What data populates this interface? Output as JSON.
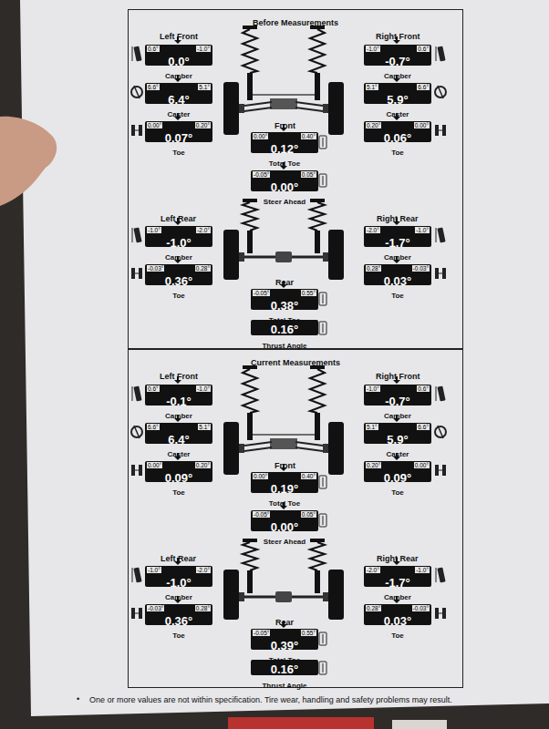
{
  "diagram": {
    "nodes": [
      {
        "text": [
          "Before Measurements"
        ]
      },
      {
        "text": [
          "0.6°",
          "-1.0°",
          "0.0°",
          "Camber"
        ],
        "in": 0
      },
      {
        "text": [
          "-1.0°",
          "0.6°",
          "-0.7°",
          "Camber"
        ],
        "in": 0
      },
      {
        "text": [
          "6.6°",
          "5.1°",
          "6.4°",
          "Caster"
        ],
        "in": 0
      },
      {
        "text": [
          "5.1°",
          "6.6°",
          "5.9°",
          "Caster"
        ],
        "in": 0
      },
      {
        "text": [
          "0.00°",
          "0.20°",
          "0.07°",
          "Toe"
        ],
        "in": 0
      },
      {
        "text": [
          "0.20°",
          "0.00°",
          "0.06°",
          "Toe"
        ],
        "in": 0
      },
      {
        "text": [
          "0.00°",
          "0.40°",
          "0.12°",
          "Total Toe"
        ],
        "in": 0
      },
      {
        "text": [
          "-0.05°",
          "0.05°",
          "0.00°",
          "Steer Ahead"
        ],
        "in": 0
      },
      {
        "text": [
          "-1.0°",
          "-2.0°",
          "-1.0°",
          "Camber"
        ],
        "in": 0
      },
      {
        "text": [
          "-2.0°",
          "-1.0°",
          "-1.7°",
          "Camber"
        ],
        "in": 0
      },
      {
        "text": [
          "-0.03°",
          "0.28°",
          "0.36°",
          "Toe"
        ],
        "in": 0
      },
      {
        "text": [
          "0.28°",
          "-0.03°",
          "0.03°",
          "Toe"
        ],
        "in": 0
      },
      {
        "text": [
          "-0.05°",
          "0.55°",
          "0.38°",
          "Total Toe"
        ],
        "in": 0
      },
      {
        "text": [
          "0.16°",
          "Thrust Angle"
        ],
        "in": 0
      },
      {
        "text": [
          "Current Measurements"
        ]
      },
      {
        "text": [
          "0.6°",
          "-1.0°",
          "-0.1°",
          "Camber"
        ],
        "in": 15
      },
      {
        "text": [
          "-1.0°",
          "0.6°",
          "-0.7°",
          "Camber"
        ],
        "in": 15
      },
      {
        "text": [
          "6.6°",
          "5.1°",
          "6.4°",
          "Caster"
        ],
        "in": 15
      },
      {
        "text": [
          "5.1°",
          "6.6°",
          "5.9°",
          "Caster"
        ],
        "in": 15
      },
      {
        "text": [
          "0.00°",
          "0.20°",
          "0.09°",
          "Toe"
        ],
        "in": 15
      },
      {
        "text": [
          "0.20°",
          "0.00°",
          "0.09°",
          "Toe"
        ],
        "in": 15
      },
      {
        "text": [
          "0.00°",
          "0.40°",
          "0.19°",
          "Total Toe"
        ],
        "in": 15
      },
      {
        "text": [
          "-0.05°",
          "0.05°",
          "0.00°",
          "Steer Ahead"
        ],
        "in": 15
      },
      {
        "text": [
          "-1.0°",
          "-2.0°",
          "-1.0°",
          "Camber"
        ],
        "in": 15
      },
      {
        "text": [
          "-2.0°",
          "-1.0°",
          "-1.7°",
          "Camber"
        ],
        "in": 15
      },
      {
        "text": [
          "-0.03°",
          "0.28°",
          "0.36°",
          "Toe"
        ],
        "in": 15
      },
      {
        "text": [
          "0.28°",
          "-0.03°",
          "0.03°",
          "Toe"
        ],
        "in": 15
      },
      {
        "text": [
          "-0.05°",
          "0.55°",
          "0.39°",
          "Total Toe"
        ],
        "in": 15
      },
      {
        "text": [
          "0.16°",
          "Thrust Angle"
        ],
        "in": 15
      }
    ],
    "labels": [
      "Left Front",
      "Right Front",
      "Front",
      "Left Rear",
      "Right Rear",
      "Rear",
      "Left Front",
      "Right Front",
      "Front",
      "Left Rear",
      "Right Rear",
      "Rear",
      "•",
      "One or more values are not within specification. Tire wear, handling and safety problems may result."
    ]
  }
}
